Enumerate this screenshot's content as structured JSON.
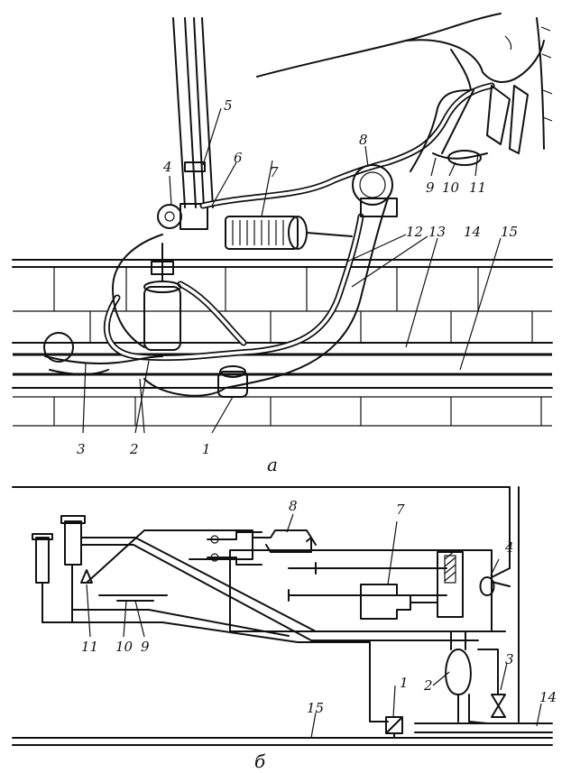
{
  "figure_a": {
    "caption": "а",
    "labels": [
      "1",
      "2",
      "3",
      "4",
      "5",
      "6",
      "7",
      "8",
      "9",
      "10",
      "11",
      "12",
      "13",
      "14",
      "15"
    ]
  },
  "figure_b": {
    "caption": "б",
    "labels": [
      "1",
      "2",
      "3",
      "4",
      "7",
      "8",
      "9",
      "10",
      "11",
      "14",
      "15"
    ]
  }
}
